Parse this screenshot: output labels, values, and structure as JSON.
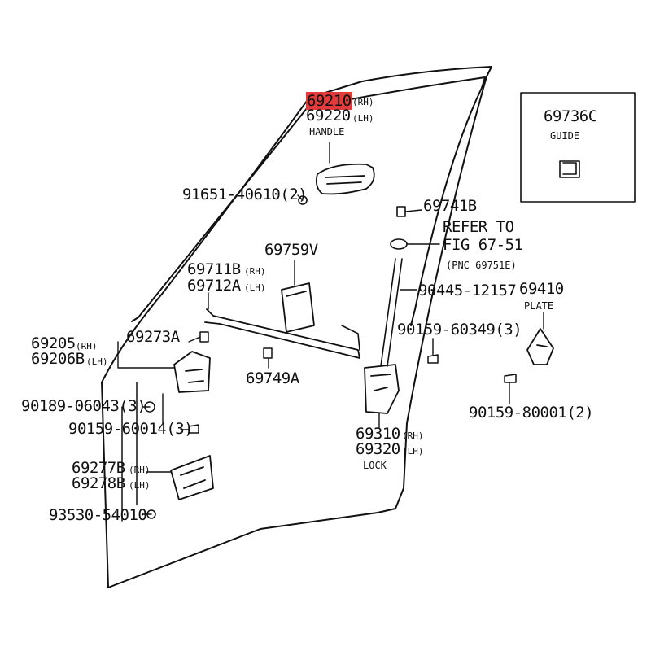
{
  "parts": {
    "handle_outer_rh": "69210",
    "handle_outer_rh_side": "(RH)",
    "handle_outer_lh": "69220",
    "handle_outer_lh_side": "(LH)",
    "handle_outer_name": "HANDLE",
    "guide": "69736C",
    "guide_name": "GUIDE",
    "screw_handle": "91651-40610(2)",
    "clip": "69741B",
    "refer_line1": "REFER TO",
    "refer_line2": "FIG 67-51",
    "refer_line3": "(PNC 69751E)",
    "pad": "69759V",
    "rod_rh": "69711B",
    "rod_rh_side": "(RH)",
    "rod_lh": "69712A",
    "rod_lh_side": "(LH)",
    "bolt_lock": "90445-12157",
    "plate": "69410",
    "plate_name": "PLATE",
    "bolt_lock2": "90159-60349(3)",
    "bracket_rh": "69205",
    "bracket_rh_side": "(RH)",
    "bracket_lh": "69206B",
    "bracket_lh_side": "(LH)",
    "rod_clip": "69273A",
    "rod_clip2": "69749A",
    "nut": "90189-06043(3)",
    "bolt_bracket": "90159-60014(3)",
    "bolt_plate": "90159-80001(2)",
    "lock_rh": "69310",
    "lock_rh_side": "(RH)",
    "lock_lh": "69320",
    "lock_lh_side": "(LH)",
    "lock_name": "LOCK",
    "inner_rh": "69277B",
    "inner_rh_side": "(RH)",
    "inner_lh": "69278B",
    "inner_lh_side": "(LH)",
    "screw_inner": "93530-54010"
  },
  "highlight_color": "#e33b3b"
}
